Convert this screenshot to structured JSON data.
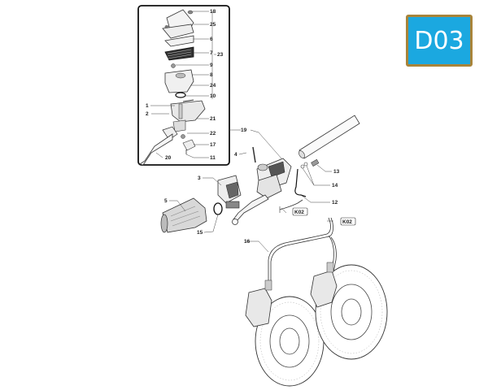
{
  "badge": {
    "code": "D03",
    "background": "#1ba8e0",
    "border": "#a8843a"
  },
  "inset": {
    "labels": [
      "18",
      "25",
      "6",
      "7",
      "23",
      "9",
      "8",
      "24",
      "10",
      "1",
      "2",
      "21",
      "22",
      "17",
      "11",
      "20"
    ]
  },
  "main": {
    "labels": [
      "19",
      "4",
      "3",
      "5",
      "15",
      "13",
      "14",
      "12",
      "16"
    ],
    "references": [
      "K02",
      "K02"
    ]
  },
  "callouts": {
    "c18": "18",
    "c25": "25",
    "c6": "6",
    "c7": "7",
    "c23": "23",
    "c9": "9",
    "c8": "8",
    "c24": "24",
    "c10": "10",
    "c1": "1",
    "c2": "2",
    "c21": "21",
    "c22": "22",
    "c17": "17",
    "c11": "11",
    "c20": "20",
    "c19": "19",
    "c4": "4",
    "c3": "3",
    "c5": "5",
    "c15": "15",
    "c13": "13",
    "c14": "14",
    "c12": "12",
    "c16": "16",
    "k02a": "K02",
    "k02b": "K02"
  }
}
